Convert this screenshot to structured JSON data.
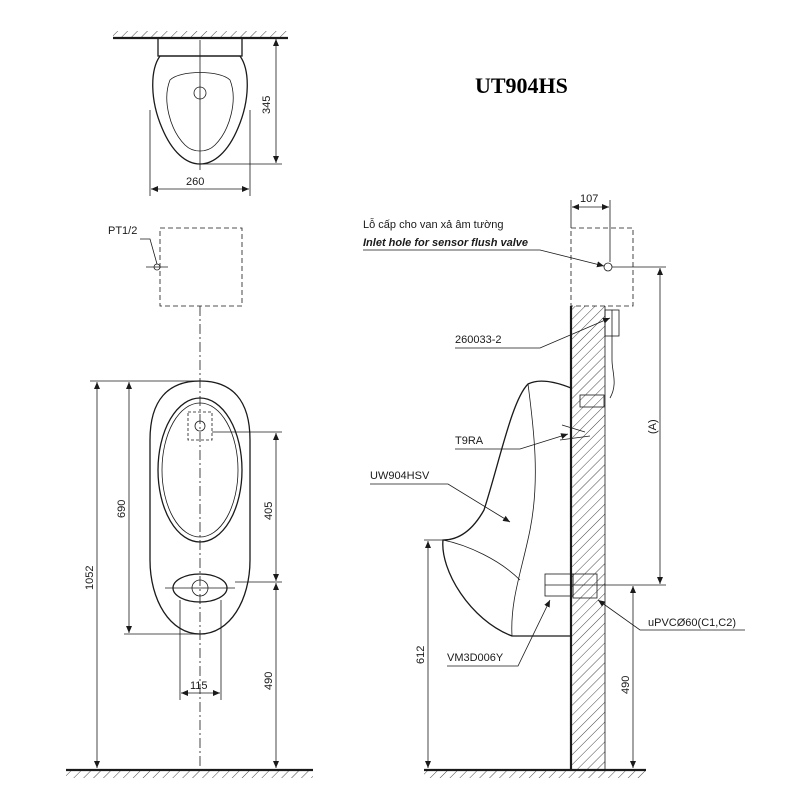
{
  "title": "UT904HS",
  "top_view": {
    "width_dim": "260",
    "depth_dim": "345"
  },
  "front_view": {
    "pipe_label": "PT1/2",
    "dims": {
      "total_height": "1052",
      "bowl_height": "690",
      "inlet_to_outlet": "405",
      "outlet_height": "490",
      "outlet_width": "115"
    }
  },
  "side_view": {
    "wall_offset_dim": "107",
    "inlet_note_vi": "Lỗ cấp cho van xả âm tường",
    "inlet_note_en": "Inlet hole for sensor flush valve",
    "parts": {
      "valve_part": "260033-2",
      "spud_part": "T9RA",
      "bowl_model": "UW904HSV",
      "trap_part": "VM3D006Y",
      "drain_pipe": "uPVCØ60(C1,C2)"
    },
    "dims": {
      "rim_height": "612",
      "drain_height": "490",
      "valve_height": "(A)"
    }
  }
}
